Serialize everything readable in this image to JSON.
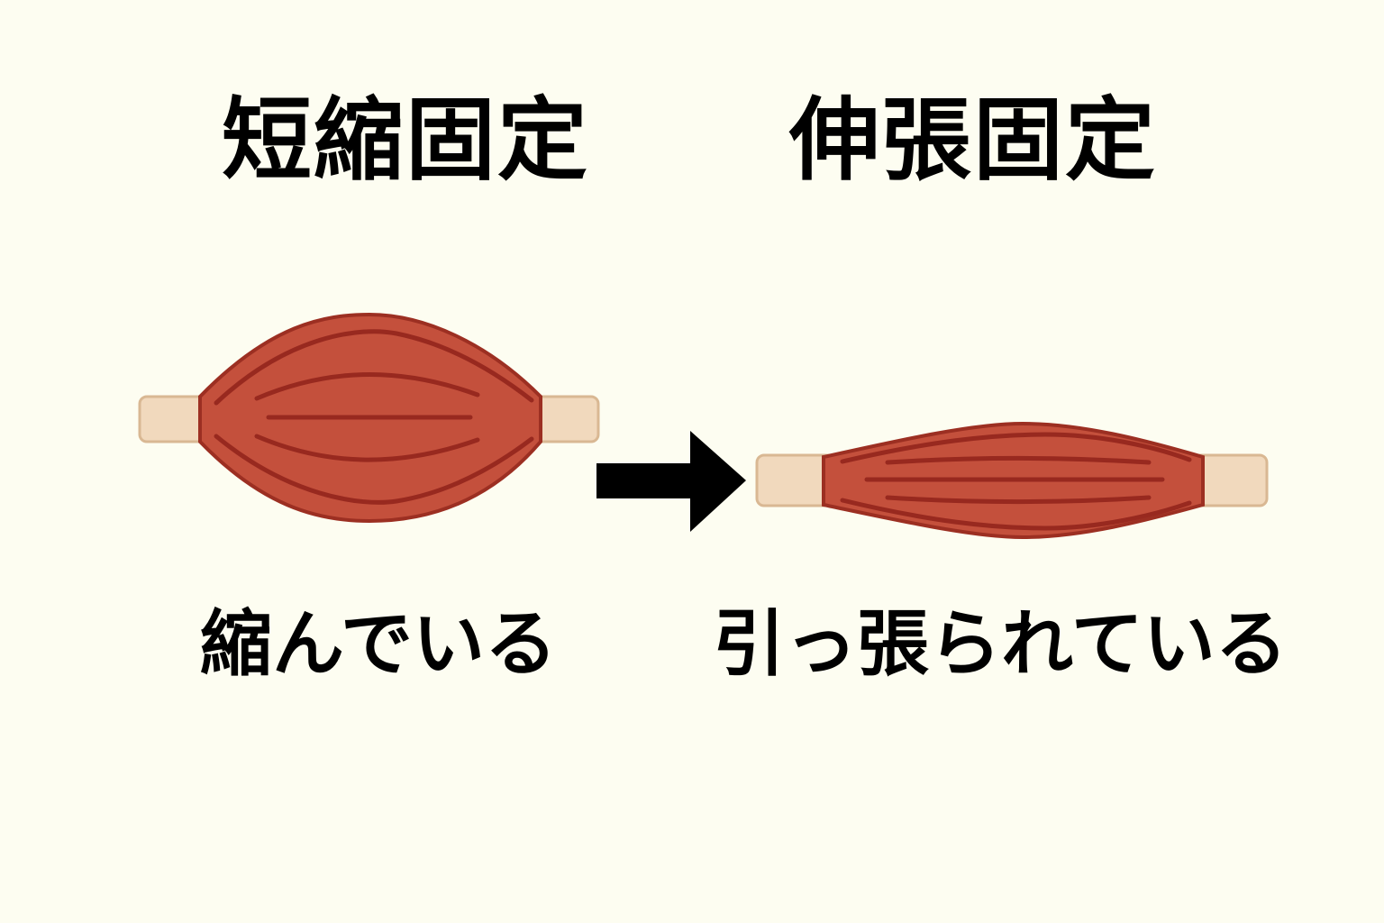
{
  "left": {
    "title": "短縮固定",
    "caption": "縮んでいる"
  },
  "right": {
    "title": "伸張固定",
    "caption": "引っ張られている"
  },
  "colors": {
    "background": "#fdfdf1",
    "muscle": "#c4503c",
    "muscle_outline": "#9c2f22",
    "muscle_line": "#98291f",
    "tendon": "#f1d9bd",
    "tendon_outline": "#d9b893",
    "arrow": "#000000",
    "text": "#000000"
  }
}
